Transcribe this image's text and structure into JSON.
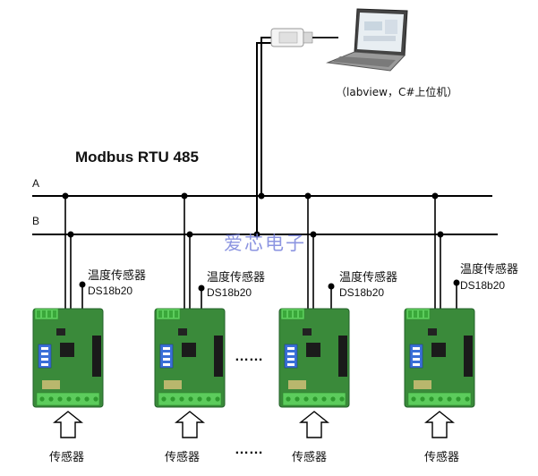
{
  "title": "Modbus RTU 485",
  "bus_labels": {
    "a": "A",
    "b": "B"
  },
  "pc_note": "（labview，C#上位机）",
  "watermark": "爱芯电子",
  "sensor_label": "温度传感器",
  "sensor_model": "DS18b20",
  "input_label": "传感器",
  "ellipsis": "……",
  "colors": {
    "line": "#000000",
    "board": "#3a8a3a",
    "board_dark": "#23622a",
    "terminal": "#5ccc5c",
    "dip": "#3a6fd8",
    "watermark": "#7882dc"
  },
  "icons": [
    "laptop-icon",
    "usb-converter-icon",
    "circuit-board-icon",
    "up-arrow-icon"
  ]
}
